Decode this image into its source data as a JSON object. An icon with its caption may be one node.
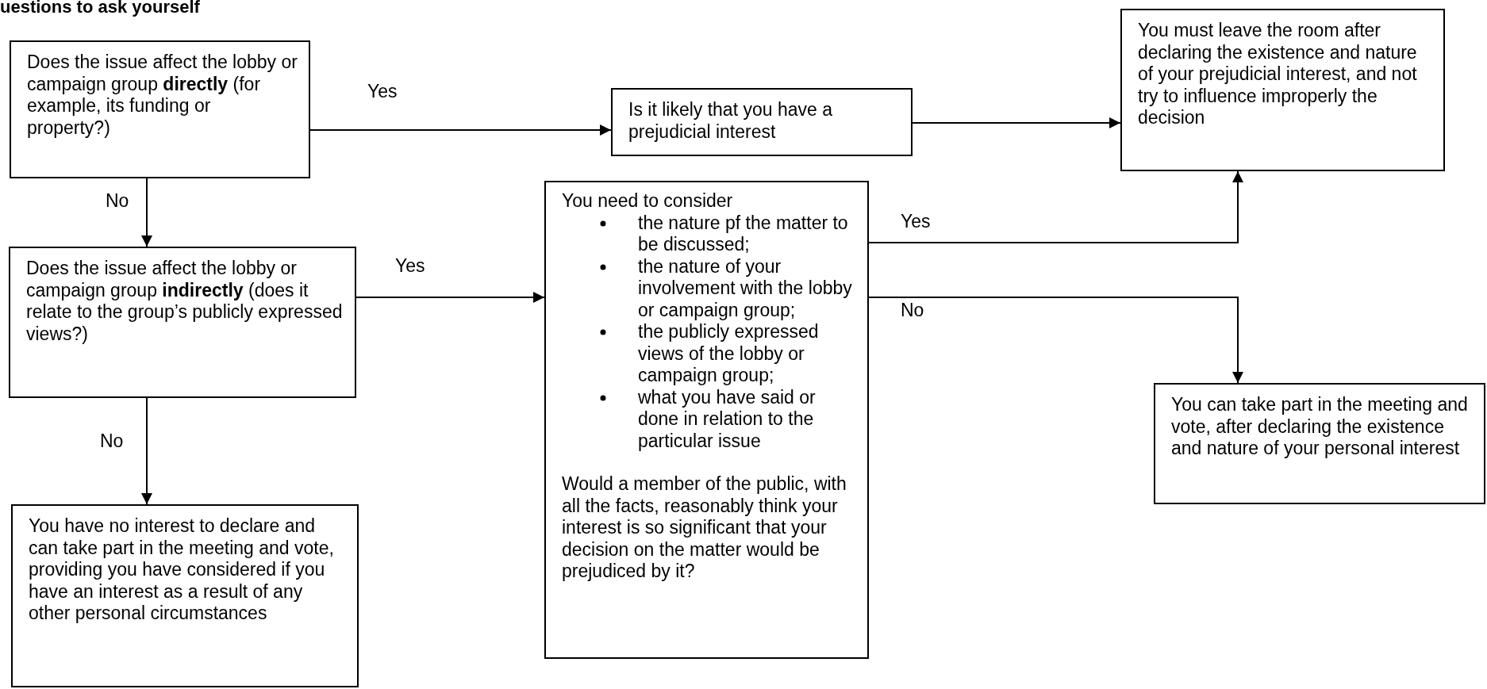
{
  "diagram": {
    "title": "uestions to ask yourself",
    "nodes": [
      {
        "text": [
          "Does the issue affect the lobby or campaign group **directly** (for example, its funding or property?)"
        ]
      },
      {
        "text": [
          "Is it likely that you have a prejudicial interest"
        ]
      },
      {
        "text": [
          "You must leave the room after declaring the existence and nature of your prejudicial interest, and not try to influence improperly the decision"
        ]
      },
      {
        "text": [
          "Does the issue affect the lobby or campaign group **indirectly** (does it relate to the group’s publicly expressed views?)"
        ]
      },
      {
        "text": [
          "You need to consider",
          "the nature pf the matter to be discussed;",
          "the nature of your involvement with the lobby or campaign group;",
          "the publicly expressed views of the lobby or campaign group;",
          "what you have said or done in relation to the particular issue",
          "Would a member of the public, with all the facts, reasonably think your interest is so significant that your decision on the matter would be prejudiced by it?"
        ]
      },
      {
        "text": [
          "You can take part in the meeting and vote, after declaring the existence and nature of your personal interest"
        ]
      },
      {
        "text": [
          "You have no interest to declare and can take part in the meeting and vote, providing you have considered if you have an interest as a result of any other personal circumstances"
        ]
      }
    ],
    "edges": [
      {
        "from": 0,
        "to": 1,
        "arrow": "to",
        "label": "Yes"
      },
      {
        "from": 1,
        "to": 2,
        "arrow": "to"
      },
      {
        "from": 0,
        "to": 3,
        "arrow": "to",
        "label": "No"
      },
      {
        "from": 3,
        "to": 4,
        "arrow": "to",
        "label": "Yes"
      },
      {
        "from": 3,
        "to": 6,
        "arrow": "to",
        "label": "No"
      },
      {
        "from": 4,
        "to": 2,
        "arrow": "to",
        "label": "Yes"
      },
      {
        "from": 4,
        "to": 5,
        "arrow": "to",
        "label": "No"
      }
    ]
  }
}
